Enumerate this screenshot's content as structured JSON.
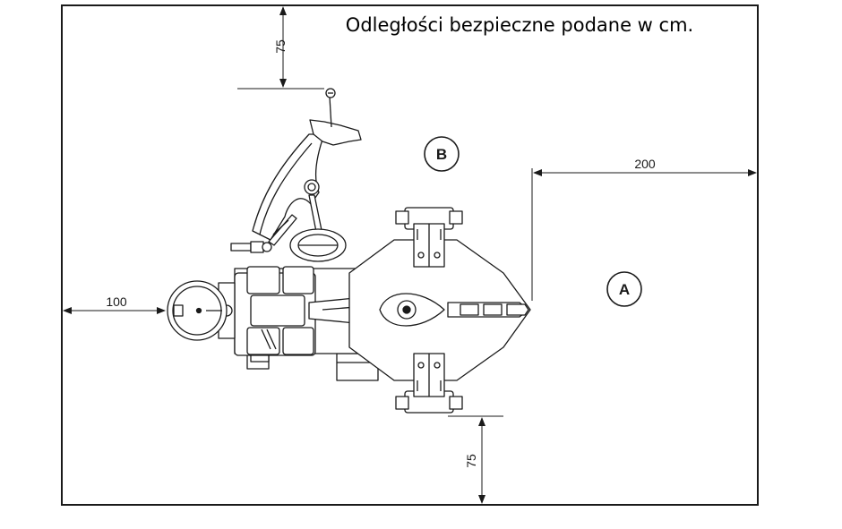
{
  "title": "Odległości bezpieczne podane w cm.",
  "dimensions": {
    "top": "75",
    "left": "100",
    "right": "200",
    "bottom": "75"
  },
  "zones": {
    "a": "A",
    "b": "B"
  },
  "colors": {
    "line": "#1a1a1a",
    "background": "#ffffff"
  }
}
